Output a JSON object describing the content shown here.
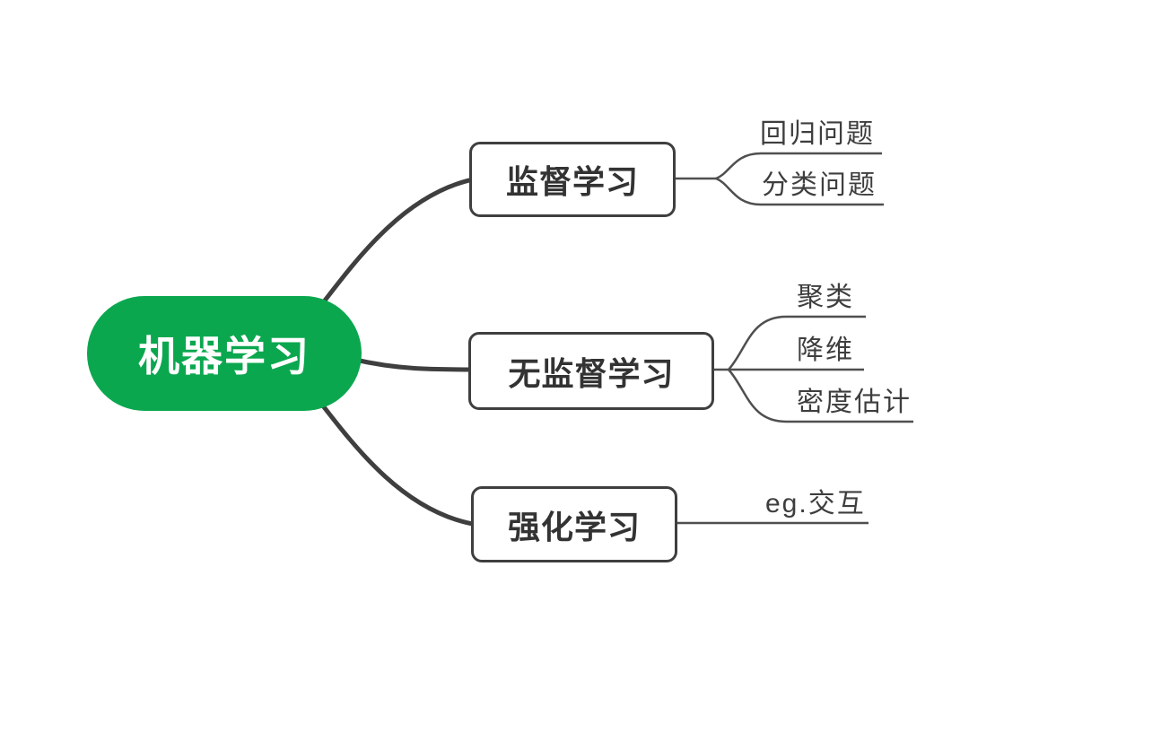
{
  "root": {
    "label": "机器学习"
  },
  "branches": [
    {
      "label": "监督学习",
      "children": [
        {
          "label": "回归问题"
        },
        {
          "label": "分类问题"
        }
      ]
    },
    {
      "label": "无监督学习",
      "children": [
        {
          "label": "聚类"
        },
        {
          "label": "降维"
        },
        {
          "label": "密度估计"
        }
      ]
    },
    {
      "label": "强化学习",
      "children": [
        {
          "label": "eg.交互"
        }
      ]
    }
  ],
  "colors": {
    "background": "#ffffff",
    "root_fill": "#0ba74f",
    "root_text": "#ffffff",
    "main_edge": "#3f3f3f",
    "leaf_edge": "#4f4f4f",
    "topic_border": "#3f3f3f",
    "topic_text": "#333333",
    "leaf_text": "#3e3e3e"
  }
}
